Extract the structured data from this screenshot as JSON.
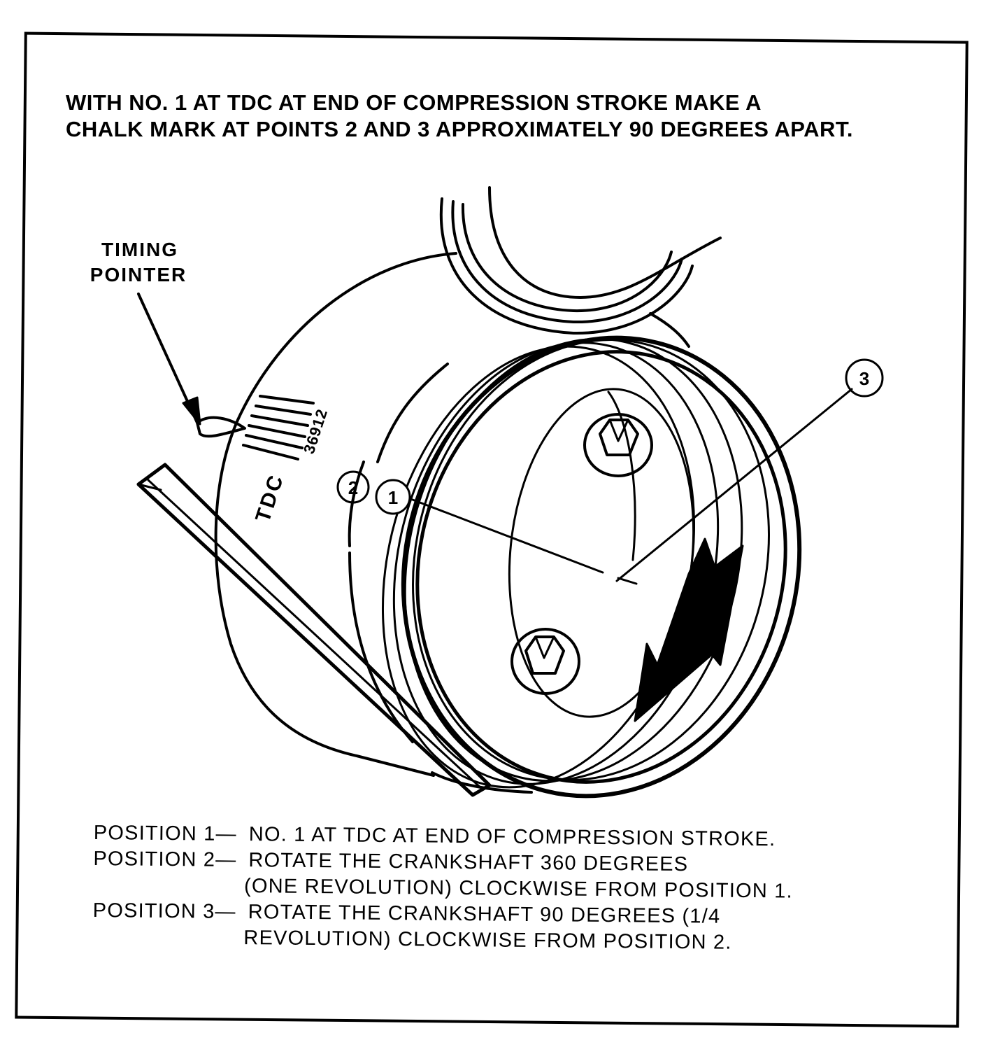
{
  "instruction": {
    "line1": "WITH NO. 1 AT TDC AT END OF COMPRESSION STROKE MAKE A",
    "line2": "CHALK MARK AT POINTS 2 AND 3 APPROXIMATELY 90 DEGREES APART."
  },
  "labels": {
    "timing_pointer_line1": "TIMING",
    "timing_pointer_line2": "POINTER",
    "tdc": "TDC",
    "scale": "36912",
    "callout_1": "1",
    "callout_2": "2",
    "callout_3": "3"
  },
  "positions": [
    {
      "head": "POSITION 1—",
      "lines": [
        "NO. 1 AT TDC AT END OF COMPRESSION STROKE."
      ]
    },
    {
      "head": "POSITION 2—",
      "lines": [
        "ROTATE THE CRANKSHAFT 360 DEGREES",
        "(ONE REVOLUTION) CLOCKWISE FROM POSITION 1."
      ]
    },
    {
      "head": "POSITION 3—",
      "lines": [
        "ROTATE THE CRANKSHAFT 90 DEGREES (1/4",
        "REVOLUTION) CLOCKWISE FROM POSITION 2."
      ]
    }
  ]
}
